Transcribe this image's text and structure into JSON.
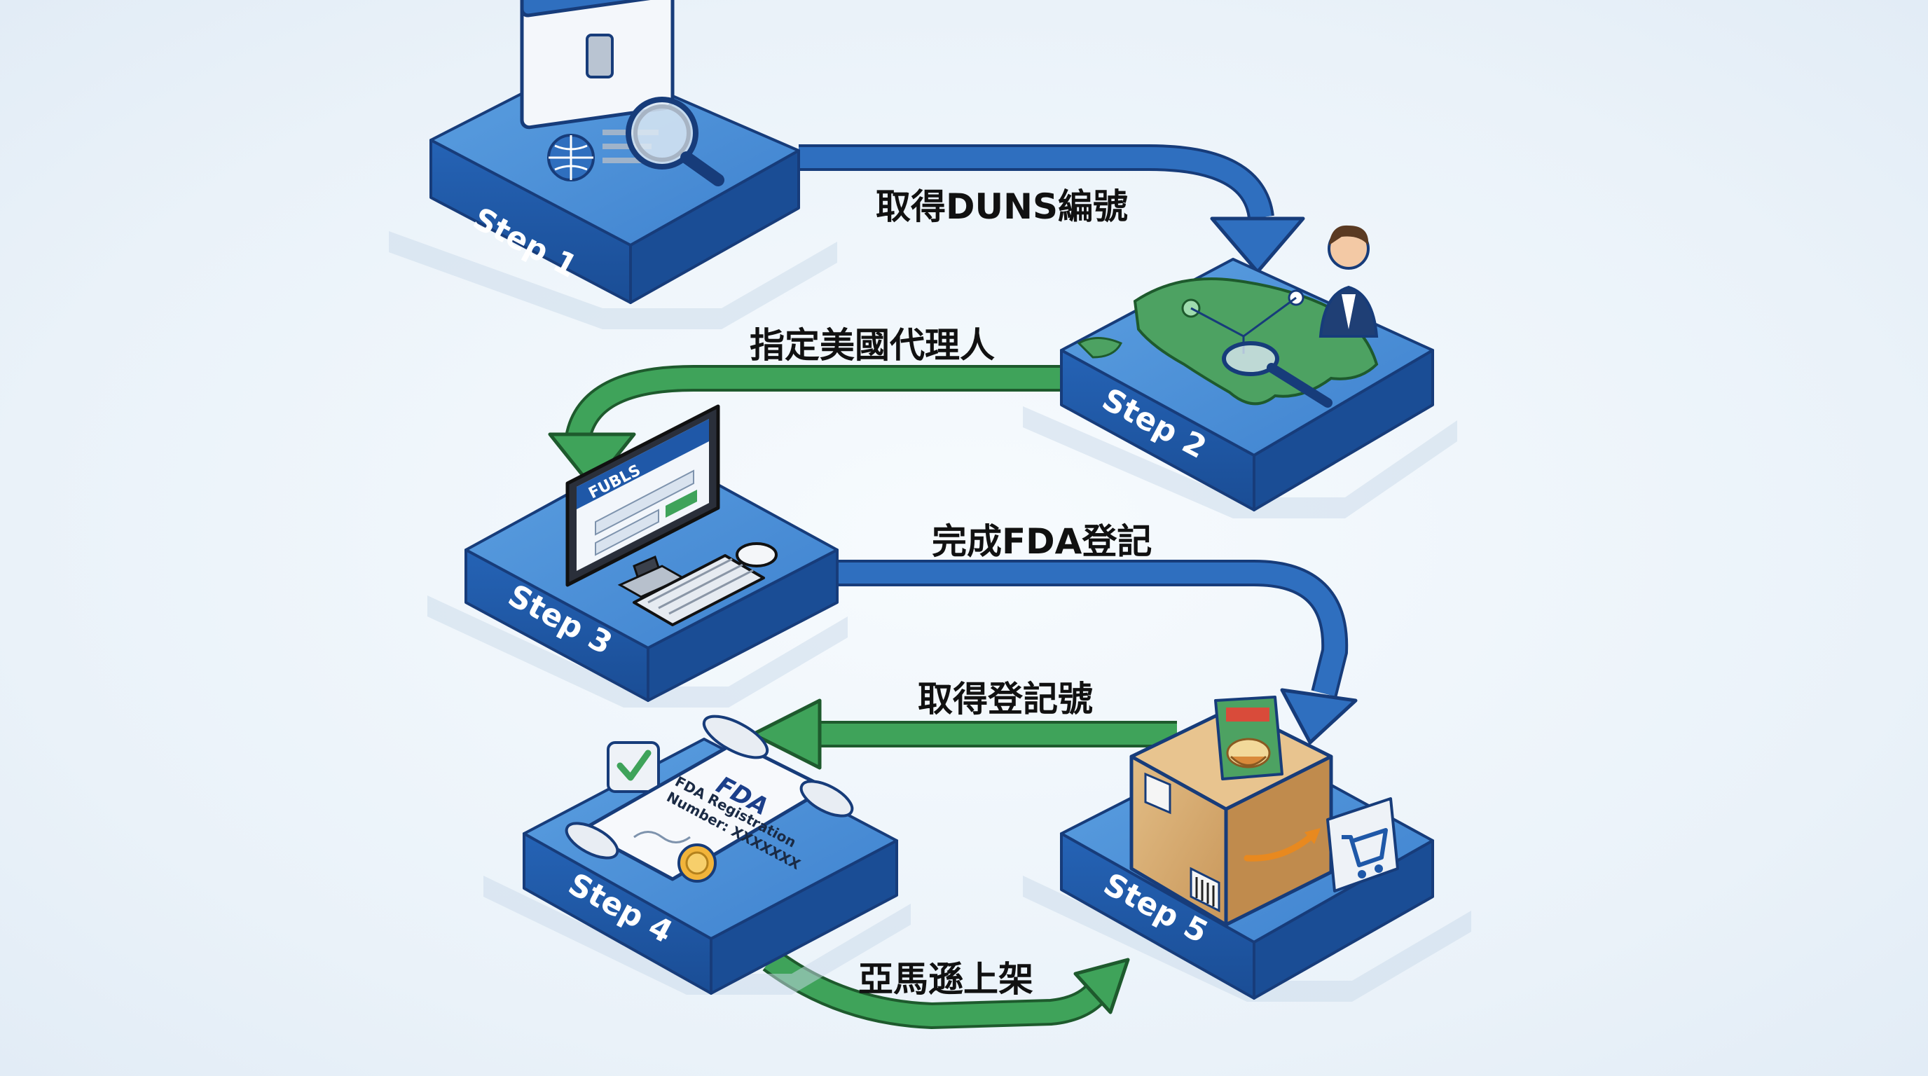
{
  "steps": [
    {
      "id": 1,
      "label": "Step 1",
      "icon": "id-card-magnifier-icon"
    },
    {
      "id": 2,
      "label": "Step 2",
      "icon": "us-map-agent-icon"
    },
    {
      "id": 3,
      "label": "Step 3",
      "icon": "computer-fubls-icon",
      "screen_text": "FUBLS"
    },
    {
      "id": 4,
      "label": "Step 4",
      "icon": "fda-certificate-icon",
      "logo_text": "FDA",
      "cert_line1": "FDA Registration",
      "cert_line2": "Number: XXXXXXX"
    },
    {
      "id": 5,
      "label": "Step 5",
      "icon": "package-cart-icon"
    }
  ],
  "flows": [
    {
      "from": 1,
      "to": 2,
      "label": "取得DUNS編號",
      "color": "#2f6fbf"
    },
    {
      "from": 2,
      "to": 3,
      "label": "指定美國代理人",
      "color": "#3fa35a"
    },
    {
      "from": 3,
      "to": 5,
      "label": "完成FDA登記",
      "color": "#2f6fbf"
    },
    {
      "from": 5,
      "to": 4,
      "label": "取得登記號",
      "color": "#3fa35a"
    },
    {
      "from": 4,
      "to": 5,
      "label": "亞馬遜上架",
      "color": "#3fa35a"
    }
  ],
  "colors": {
    "platform_top": "#4a8fd6",
    "platform_side": "#1f58a8",
    "outline": "#173c7a",
    "arrow_blue": "#2f6fbf",
    "arrow_green": "#3fa35a"
  }
}
